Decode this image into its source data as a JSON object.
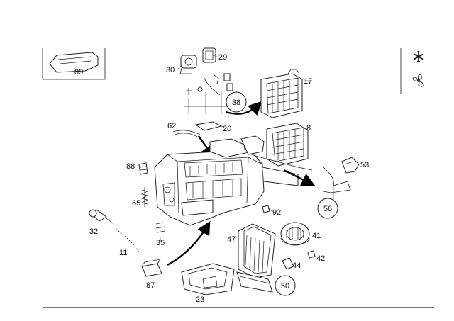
{
  "diagram": {
    "inset_label": "89",
    "side_icons": [
      "snowflake-icon",
      "fan-icon"
    ],
    "callouts": [
      {
        "id": "p29",
        "text": "29"
      },
      {
        "id": "p30",
        "text": "30"
      },
      {
        "id": "p38",
        "text": "38",
        "circled": true
      },
      {
        "id": "p17",
        "text": "17"
      },
      {
        "id": "p62",
        "text": "62"
      },
      {
        "id": "p20",
        "text": "20"
      },
      {
        "id": "p8",
        "text": "8"
      },
      {
        "id": "p88",
        "text": "88"
      },
      {
        "id": "p53",
        "text": "53"
      },
      {
        "id": "p65",
        "text": "65"
      },
      {
        "id": "p56",
        "text": "56",
        "circled": true
      },
      {
        "id": "p92",
        "text": "92"
      },
      {
        "id": "p32",
        "text": "32"
      },
      {
        "id": "p47",
        "text": "47"
      },
      {
        "id": "p41",
        "text": "41"
      },
      {
        "id": "p35",
        "text": "35"
      },
      {
        "id": "p11",
        "text": "11"
      },
      {
        "id": "p42",
        "text": "42"
      },
      {
        "id": "p44",
        "text": "44"
      },
      {
        "id": "p87",
        "text": "87"
      },
      {
        "id": "p50",
        "text": "50",
        "circled": true
      },
      {
        "id": "p23",
        "text": "23"
      }
    ]
  }
}
